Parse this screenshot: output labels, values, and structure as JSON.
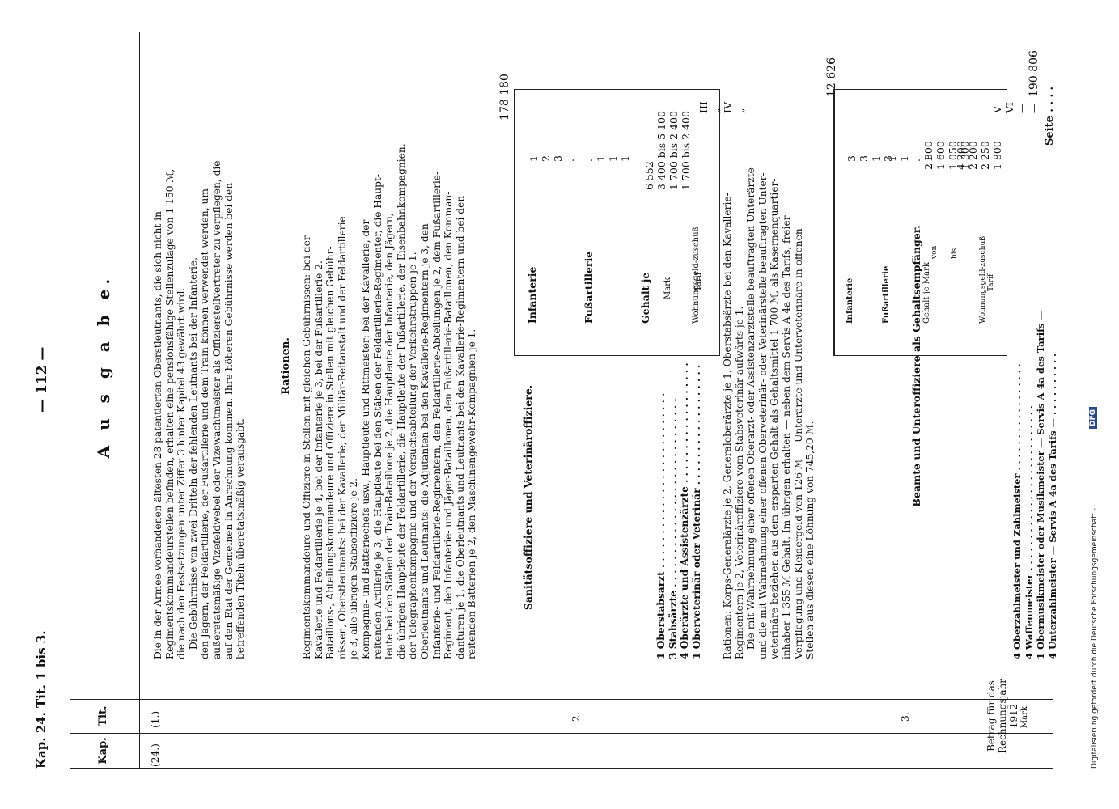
{
  "header": {
    "kap_tit": "Kap. 24. Tit. 1 bis 3.",
    "page_number": "— 112 —"
  },
  "columns": {
    "kap": "Kap.",
    "tit": "Tit.",
    "ausgabe": "A u s g a b e.",
    "betrag_lines": [
      "Betrag für das",
      "Rechnungsjahr",
      "1912",
      "Mark."
    ]
  },
  "left_refs": {
    "kap": "(24.)",
    "tit1": "(1.)",
    "tit2": "2.",
    "tit3": "3."
  },
  "para1": [
    "Die in der Armee vorhandenen ältesten 28 patentierten Oberstleutnants, die sich nicht in",
    "Regimentskommandeurstellen befinden, erhalten eine pensionsfähige Stellenzulage von 1 150 ℳ,",
    "die nach den Festsetzungen unter Ziffer 3 hinter Kapitel 43 gewährt wird.",
    "Die Gebührnisse von zwei Dritteln der fehlenden Leutnants bei der Infanterie,",
    "den Jägern, der Feldartillerie, der Fußartillerie und dem Train können verwendet werden, um",
    "außeretatsmäßige Vizefeldwebel oder Vizewachtmeister als Offizierstellvertreter zu verpflegen, die",
    "auf den Etat der Gemeinen in Anrechnung kommen. Ihre höheren Gebührnisse werden bei den",
    "betreffenden Titeln überetatsmäßig verausgabt."
  ],
  "rationen_heading": "Rationen.",
  "para2": [
    "Regimentskommandeure und Offiziere in Stellen mit gleichen Gebührnissen: bei der",
    "Kavallerie und Feldartillerie je 4, bei der Infanterie je 3, bei der Fußartillerie 2.",
    "Bataillons-, Abteilungskommandeure und Offiziere in Stellen mit gleichen Gebühr-",
    "nissen, Oberstleutnants: bei der Kavallerie, der Militär-Reitanstalt und der Feldartillerie",
    "je 3, alle übrigen Stabsoffiziere je 2.",
    "Kompagnie- und Batteriechefs usw., Hauptleute und Rittmeister: bei der Kavallerie, der",
    "reitenden Artillerie je 3, die Hauptleute bei den Stäben der Feldartillerie-Regimenter, die Haupt-",
    "leute bei den Stäben der Train-Bataillone je 2, die Hauptleute der Infanterie, den Jägern,",
    "die übrigen Hauptleute der Feldartillerie, die Hauptleute der Fußartillerie, der Eisenbahnkompagnien,",
    "der Telegraphenkompagnie und der Versuchsabteilung der Verkehrstruppen je 1.",
    "Oberleutnants und Leutnants: die Adjutanten bei den Kavallerie-Regimentern je 3, den",
    "Infanterie- und Feldartillerie-Regimentern, den Feldartillerie-Abteilungen je 2, dem Fußartillerie-",
    "Regiment, den Infanterie- und Jäger-Bataillonen, den Fußartillerie-Bataillonen, den Komman-",
    "danturen je 1, die Oberleutnants und Leutnants bei den Kavallerie-Regimentern und bei den",
    "reitenden Batterien je 2, den Maschinengewehr-Kompagnien je 1."
  ],
  "betrag_1": "178 180",
  "section2_title": "Sanitätsoffiziere und Veterinäroffiziere.",
  "section2_items": [
    "1 Oberstabsarzt . . . . . . . . . . . . . . . . . . . . . . . . . .",
    "3 Stabsärzte . . . . . . . . . . . . . . . . . . . . . . . . . . . .",
    "4 Oberärzte und Assistenzärzte . . . . . . . . . . . . . . . . . .",
    "1 Oberveterinär oder Veterinär . . . . . . . . . . . . . . . . . ."
  ],
  "table2": {
    "headers": [
      "Infanterie",
      "Fußartillerie",
      "Gehalt je",
      "Mark",
      "Wohnungsgeld-zuschuß",
      "Tarif"
    ],
    "rows": [
      [
        "1",
        ".",
        "6 552",
        "III"
      ],
      [
        "2",
        "1",
        "3 400 bis 5 100",
        "„"
      ],
      [
        "3",
        "1",
        "1 700 bis 2 400",
        "IV"
      ],
      [
        ".",
        "1",
        "1 700 bis 2 400",
        "„"
      ]
    ]
  },
  "para3": [
    "Rationen: Korps-Generalärzte je 2, Generaloberärzte je 1, Oberstabsärzte bei den Kavallerie-",
    "Regimentern je 2, Veterinäroffiziere vom Stabsveterinär aufwärts je 1.",
    "Die mit Wahrnehmung einer offenen Oberarzt- oder Assistenzarztstelle beauftragten Unterärzte",
    "und die mit Wahrnehmung einer offenen Oberveterinär- oder Veterinärstelle beauftragten Unter-",
    "veterinäre beziehen aus dem ersparten Gehalt als Gehaltsmittel 1 700 ℳ, als Kasernenquartier-",
    "inhaber 1 355 ℳ Gehalt. Im übrigen erhalten — neben dem Servis A 4a des Tarifs, freier",
    "Verpflegung und Kleidergeld von 126 ℳ — Unterärzte und Unterveterinäre in offenen",
    "Stellen aus diesen eine Löhnung von 745,20 ℳ."
  ],
  "betrag_2": "12 626",
  "section3_title": "Beamte und Unteroffiziere als Gehaltsempfänger.",
  "section3_items": [
    "4 Oberzahlmeister und Zahlmeister . . . . . . . . . . . . . . . . .",
    "4 Waffenmeister . . . . . . . . . . . . . . . . . . . . . . . . . .",
    "1 Obermusikmeister oder Musikmeister — Servis A 4a des Tarifs —",
    "4 Unterzahlmeister — Servis A 4a des Tarifs — . . . . . . . . . ."
  ],
  "table3": {
    "headers": [
      "Infanterie",
      "Fußartillerie",
      "Gehalt je Mark",
      "von",
      "bis",
      "Wohnungsgeld-zuschuß",
      "Tarif"
    ],
    "rows": [
      [
        "3",
        "1",
        "2 800",
        "4 200",
        "V"
      ],
      [
        "3",
        "1",
        "1 600",
        "2 200",
        "VI"
      ],
      [
        "1",
        ".",
        "1 050",
        "2 250",
        "—"
      ],
      [
        "3",
        "1",
        "1 300",
        "1 800",
        "—"
      ]
    ]
  },
  "betrag_3": "190 806",
  "seite": "Seite . . . .",
  "footer_credit": "Digitalisierung gefördert durch die Deutsche Forschungsgemeinschaft -",
  "dfg_logo": "DFG"
}
